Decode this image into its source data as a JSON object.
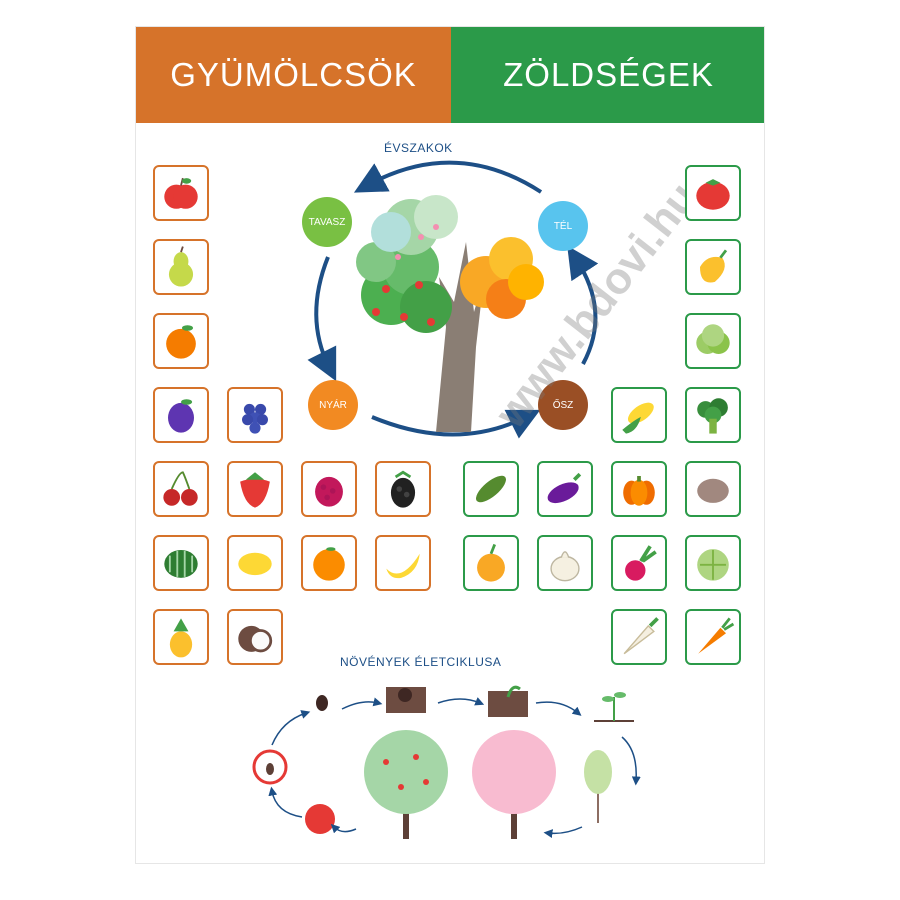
{
  "header": {
    "fruits_title": "GYÜMÖLCSÖK",
    "vegetables_title": "ZÖLDSÉGEK"
  },
  "seasons": {
    "title": "ÉVSZAKOK",
    "spring": "TAVASZ",
    "summer": "NYÁR",
    "autumn": "ŐSZ",
    "winter": "TÉL"
  },
  "lifecycle": {
    "title": "NÖVÉNYEK ÉLETCIKLUSA"
  },
  "watermark": "www.bdovi.hu",
  "colors": {
    "fruit_accent": "#d6732a",
    "vegetable_accent": "#2b9a49",
    "spring": "#79c043",
    "winter": "#58c4ee",
    "summer": "#f28a22",
    "autumn": "#9a4f25",
    "cycle_arrow": "#1d4f86"
  },
  "fruit_icons": [
    "apple-icon",
    "pear-icon",
    "peach-icon",
    "plum-icon",
    "grapes-icon",
    "cherry-icon",
    "strawberry-icon",
    "raspberry-icon",
    "blackberry-icon",
    "watermelon-icon",
    "lemon-icon",
    "orange-icon",
    "banana-icon",
    "pineapple-icon",
    "coconut-icon"
  ],
  "vegetable_icons": [
    "tomato-icon",
    "pepper-icon",
    "lettuce-icon",
    "broccoli-icon",
    "corn-icon",
    "cucumber-icon",
    "eggplant-icon",
    "pumpkin-icon",
    "potato-icon",
    "onion-icon",
    "garlic-icon",
    "radish-icon",
    "cabbage-icon",
    "parsnip-icon",
    "carrot-icon"
  ]
}
